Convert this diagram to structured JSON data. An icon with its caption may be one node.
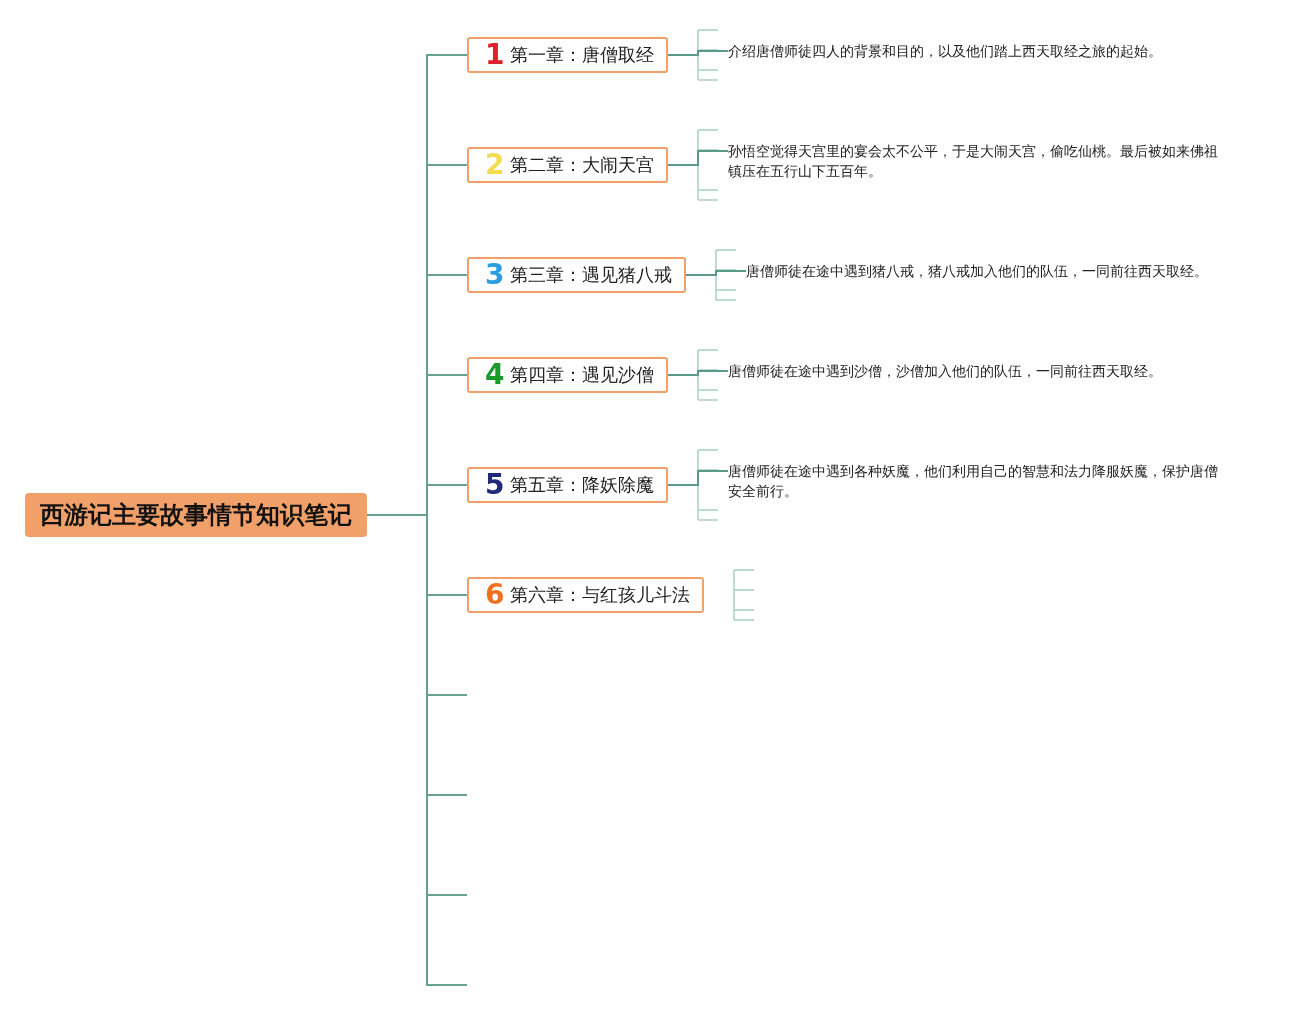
{
  "diagram": {
    "nodes": [
      {
        "text": [
          "西游记主要故事情节知识笔记"
        ]
      },
      {
        "text": [
          "1",
          "第一章：唐僧取经"
        ]
      },
      {
        "text": [
          "2",
          "第二章：大闹天宫"
        ]
      },
      {
        "text": [
          "3",
          "第三章：遇见猪八戒"
        ]
      },
      {
        "text": [
          "4",
          "第四章：遇见沙僧"
        ]
      },
      {
        "text": [
          "5",
          "第五章：降妖除魔"
        ]
      },
      {
        "text": [
          "6",
          "第六章：与红孩儿斗法"
        ]
      },
      {
        "text": [
          "介绍唐僧师徒四人的背景和目的，以及他们踏上西天取经之旅的起始。"
        ]
      },
      {
        "text": [
          "孙悟空觉得天宫里的宴会太不公平，于是大闹天宫，偷吃仙桃。最后被如来佛祖镇压在五行山下五百年。"
        ]
      },
      {
        "text": [
          "唐僧师徒在途中遇到猪八戒，猪八戒加入他们的队伍，一同前往西天取经。"
        ]
      },
      {
        "text": [
          "唐僧师徒在途中遇到沙僧，沙僧加入他们的队伍，一同前往西天取经。"
        ]
      },
      {
        "text": [
          "唐僧师徒在途中遇到各种妖魔，他们利用自己的智慧和法力降服妖魔，保护唐僧安全前行。"
        ]
      }
    ],
    "edges": [
      {
        "from": 0,
        "to": 1,
        "arrow": "none"
      },
      {
        "from": 0,
        "to": 2,
        "arrow": "none"
      },
      {
        "from": 0,
        "to": 3,
        "arrow": "none"
      },
      {
        "from": 0,
        "to": 4,
        "arrow": "none"
      },
      {
        "from": 0,
        "to": 5,
        "arrow": "none"
      },
      {
        "from": 0,
        "to": 6,
        "arrow": "none"
      },
      {
        "from": 0,
        "to": null,
        "arrow": "none"
      },
      {
        "from": 0,
        "to": null,
        "arrow": "none"
      },
      {
        "from": 0,
        "to": null,
        "arrow": "none"
      },
      {
        "from": 0,
        "to": null,
        "arrow": "none"
      },
      {
        "from": 1,
        "to": 7,
        "arrow": "none"
      },
      {
        "from": 2,
        "to": 8,
        "arrow": "none"
      },
      {
        "from": 3,
        "to": 9,
        "arrow": "none"
      },
      {
        "from": 4,
        "to": 10,
        "arrow": "none"
      },
      {
        "from": 5,
        "to": 11,
        "arrow": "none"
      }
    ]
  }
}
